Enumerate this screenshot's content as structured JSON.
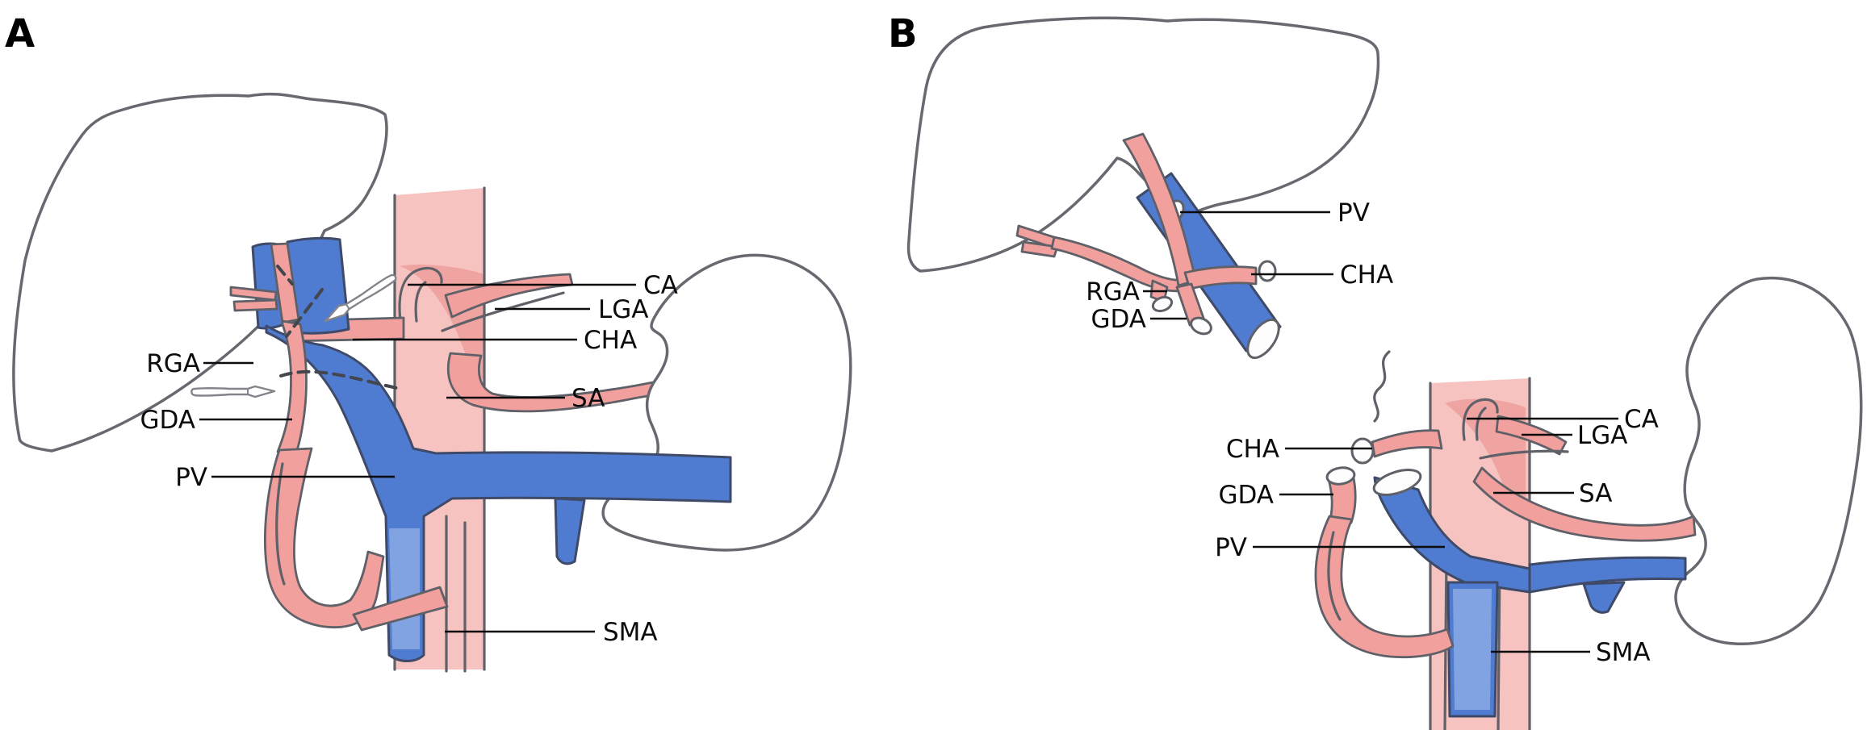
{
  "figure": {
    "type": "hand-drawn anatomical diagram",
    "colors": {
      "artery": "#f2a09e",
      "artery_deep": "#e88583",
      "aorta": "#f7c3c0",
      "vein": "#4f7bd0",
      "vein_light": "#9db9ea",
      "vein_outline": "#3e4a68",
      "vessel_outline": "#5f6068",
      "organ_outline": "#686970",
      "ink": "#0b0b0c"
    },
    "panel_a": {
      "letter": "A",
      "icons": [
        "scalpel-icon",
        "scalpel-icon",
        "cut-dash-line"
      ],
      "labels": {
        "ca": "CA",
        "lga": "LGA",
        "cha": "CHA",
        "sa": "SA",
        "rga": "RGA",
        "gda": "GDA",
        "pv": "PV",
        "sma": "SMA"
      }
    },
    "panel_b": {
      "letter": "B",
      "hilum_labels": {
        "pv": "PV",
        "cha": "CHA",
        "rga": "RGA",
        "gda": "GDA"
      },
      "main_labels": {
        "ca": "CA",
        "lga": "LGA",
        "sa": "SA",
        "cha": "CHA",
        "gda": "GDA",
        "pv": "PV",
        "sma": "SMA"
      }
    }
  }
}
